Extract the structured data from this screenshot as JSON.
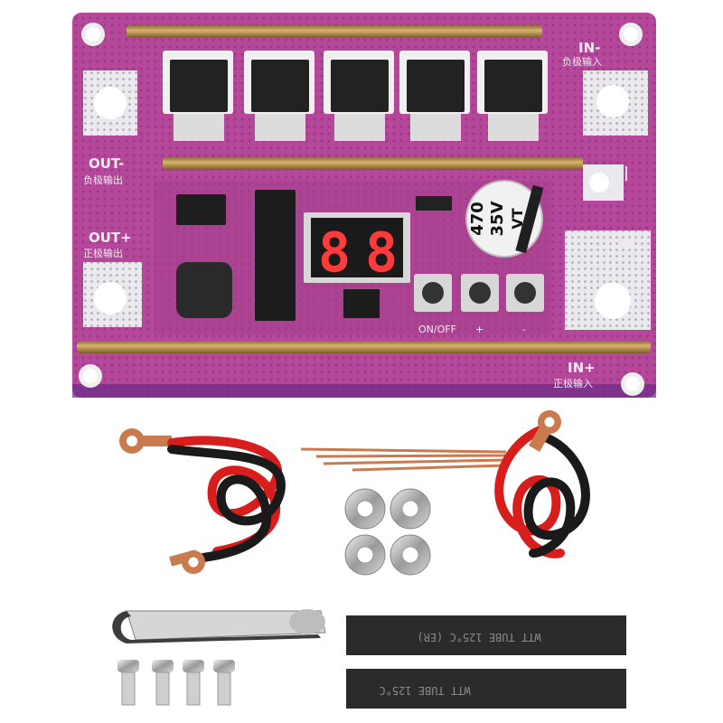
{
  "board": {
    "in_minus_label": "IN-",
    "in_minus_cn": "负极输入",
    "out_minus_label": "OUT-",
    "out_minus_cn": "负极输出",
    "out_plus_label": "OUT+",
    "out_plus_cn": "正极输出",
    "in_plus_label": "IN+",
    "in_plus_cn": "正极输入",
    "onoff_label": "ON/OFF",
    "plus_label": "+",
    "minus_label": "-",
    "side_plus": "+",
    "side_minus": "|"
  },
  "display": {
    "left_digit": "8",
    "right_digit": "8"
  },
  "capacitor": {
    "line1": "470",
    "line2": "35V",
    "line3": "VT"
  },
  "heat_shrink": {
    "tube1_text": "WTT TUBE 125°C (ER)",
    "tube2_text": "WTT TUBE 125°C"
  },
  "colors": {
    "pcb": "#b5489a",
    "pcb_dark": "#8f2f7a",
    "copper": "#c97a4f",
    "wire_red": "#d81d1d",
    "wire_black": "#1a1a1a",
    "display_red": "#ff3b3b"
  }
}
